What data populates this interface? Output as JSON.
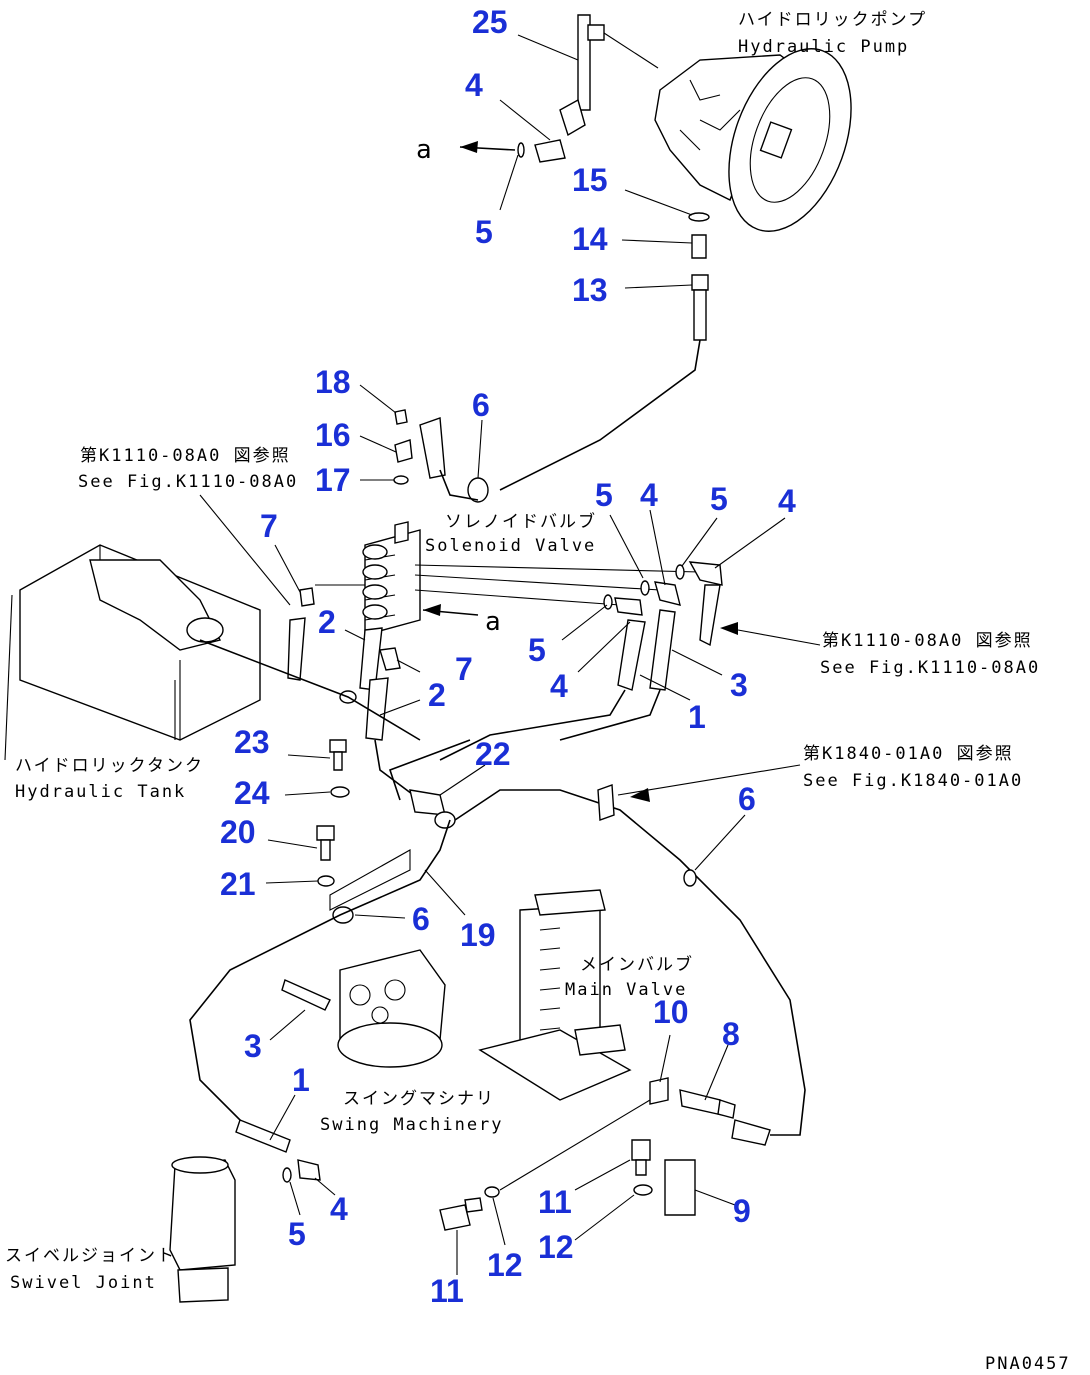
{
  "callouts": {
    "n1a": "1",
    "n1b": "1",
    "n2a": "2",
    "n2b": "2",
    "n3a": "3",
    "n3b": "3",
    "n4a": "4",
    "n4b": "4",
    "n4c": "4",
    "n4d": "4",
    "n4e": "4",
    "n5a": "5",
    "n5b": "5",
    "n5c": "5",
    "n5d": "5",
    "n5e": "5",
    "n6a": "6",
    "n6b": "6",
    "n6c": "6",
    "n7a": "7",
    "n7b": "7",
    "n8": "8",
    "n9": "9",
    "n10": "10",
    "n11a": "11",
    "n11b": "11",
    "n12a": "12",
    "n12b": "12",
    "n13": "13",
    "n14": "14",
    "n15": "15",
    "n16": "16",
    "n17": "17",
    "n18": "18",
    "n19": "19",
    "n20": "20",
    "n21": "21",
    "n22": "22",
    "n23": "23",
    "n24": "24",
    "n25": "25"
  },
  "labels": {
    "pump_jp": "ハイドロリックポンプ",
    "pump_en": "Hydraulic Pump",
    "solenoid_jp": "ソレノイドバルブ",
    "solenoid_en": "Solenoid Valve",
    "ref1_jp": "第K1110-08A0 図参照",
    "ref1_en": "See Fig.K1110-08A0",
    "ref2_jp": "第K1110-08A0 図参照",
    "ref2_en": "See Fig.K1110-08A0",
    "ref3_jp": "第K1840-01A0 図参照",
    "ref3_en": "See Fig.K1840-01A0",
    "tank_jp": "ハイドロリックタンク",
    "tank_en": "Hydraulic Tank",
    "mainvalve_jp": "メインバルブ",
    "mainvalve_en": "Main Valve",
    "swing_jp": "スイングマシナリ",
    "swing_en": "Swing Machinery",
    "swivel_jp": "スイベルジョイント",
    "swivel_en": "Swivel Joint",
    "mark_a1": "a",
    "mark_a2": "a",
    "drawing_no": "PNA0457"
  }
}
